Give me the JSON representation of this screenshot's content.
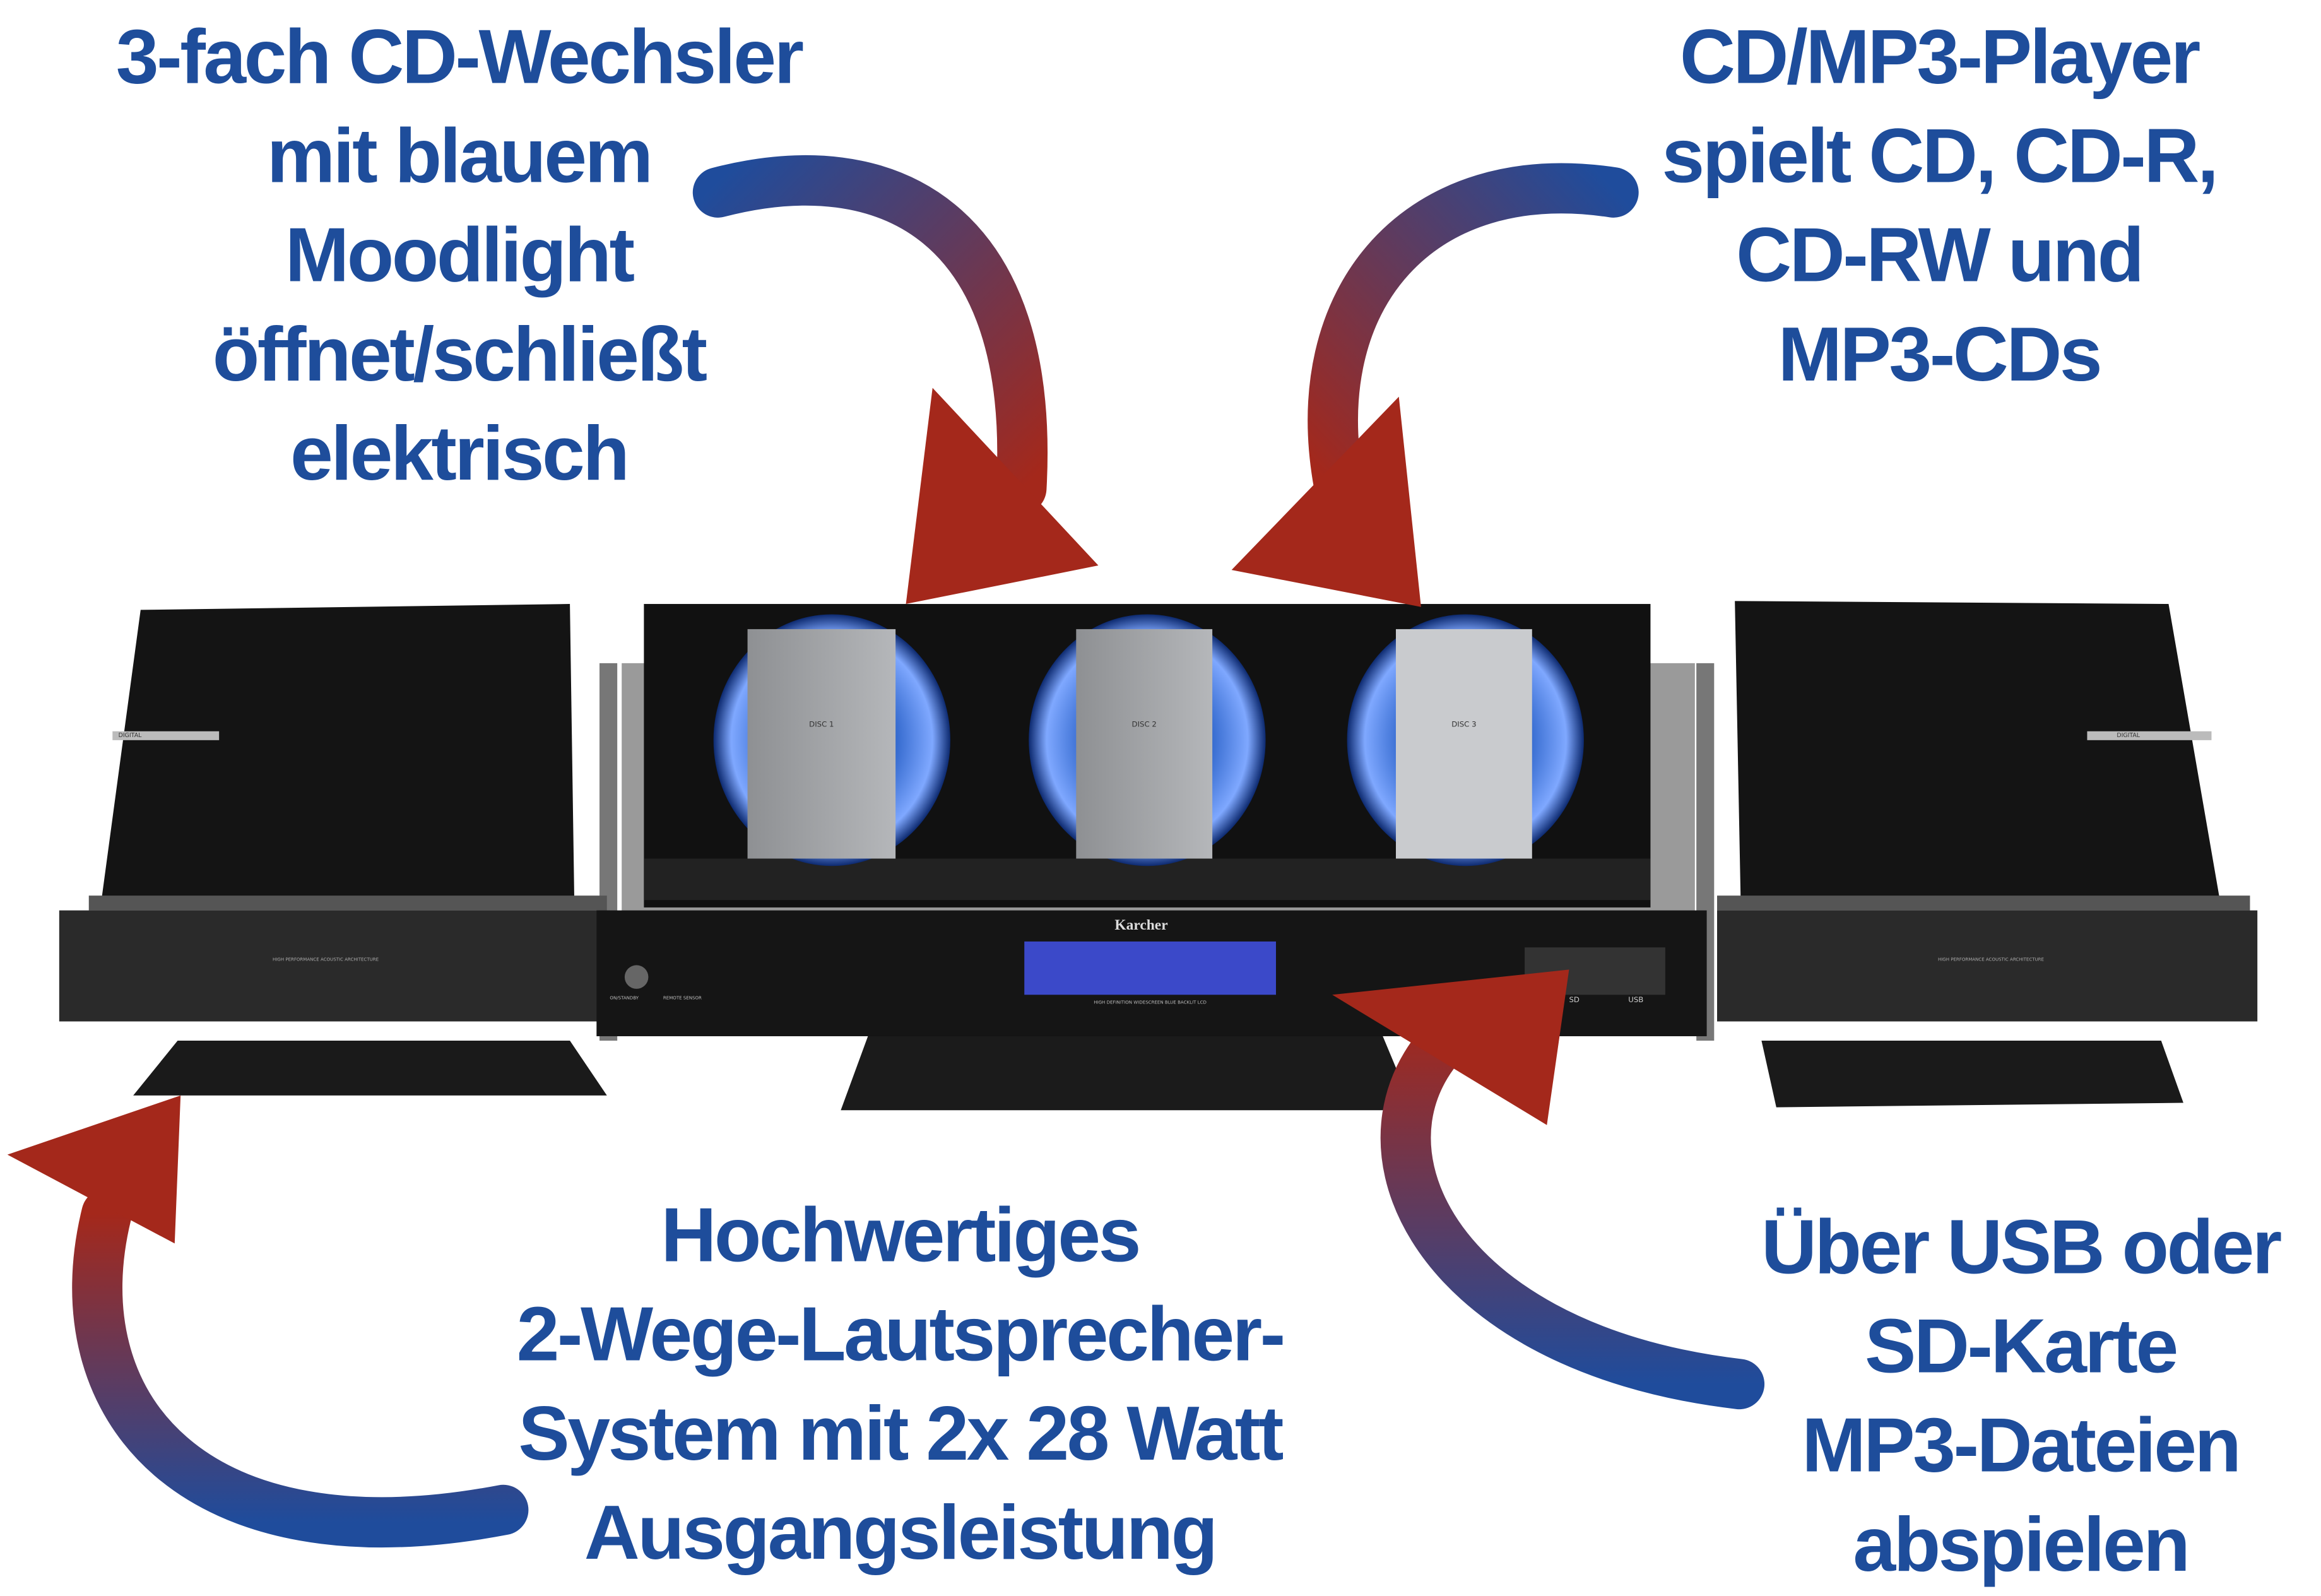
{
  "callouts": {
    "top_left": [
      "3-fach CD-Wechsler",
      "mit blauem",
      "Moodlight",
      "öffnet/schließt",
      "elektrisch"
    ],
    "top_right": [
      "CD/MP3-Player",
      "spielt CD, CD-R,",
      "CD-RW und",
      "MP3-CDs"
    ],
    "bottom_center": [
      "Hochwertiges",
      "2-Wege-Lautsprecher-",
      "System mit 2x 28 Watt",
      "Ausgangsleistung"
    ],
    "bottom_right": [
      "Über USB oder",
      "SD-Karte",
      "MP3-Dateien",
      "abspielen"
    ]
  },
  "device": {
    "brand": "Karcher",
    "discs": [
      "DISC 1",
      "DISC 2",
      "DISC 3"
    ],
    "speaker_badge": "DIGITAL",
    "speaker_label": "HIGH PERFORMANCE ACOUSTIC ARCHITECTURE",
    "lcd_label": "HIGH DEFINITION WIDESCREEN BLUE BACKLIT LCD",
    "power_label": "ON/STANDBY",
    "sensor_label": "REMOTE SENSOR",
    "sd_label": "SD",
    "usb_label": "USB"
  },
  "colors": {
    "text": "#1e4d9b",
    "arrow_blue": "#1f4c9c",
    "arrow_red": "#a4281b",
    "lcd": "#3b49c9"
  }
}
